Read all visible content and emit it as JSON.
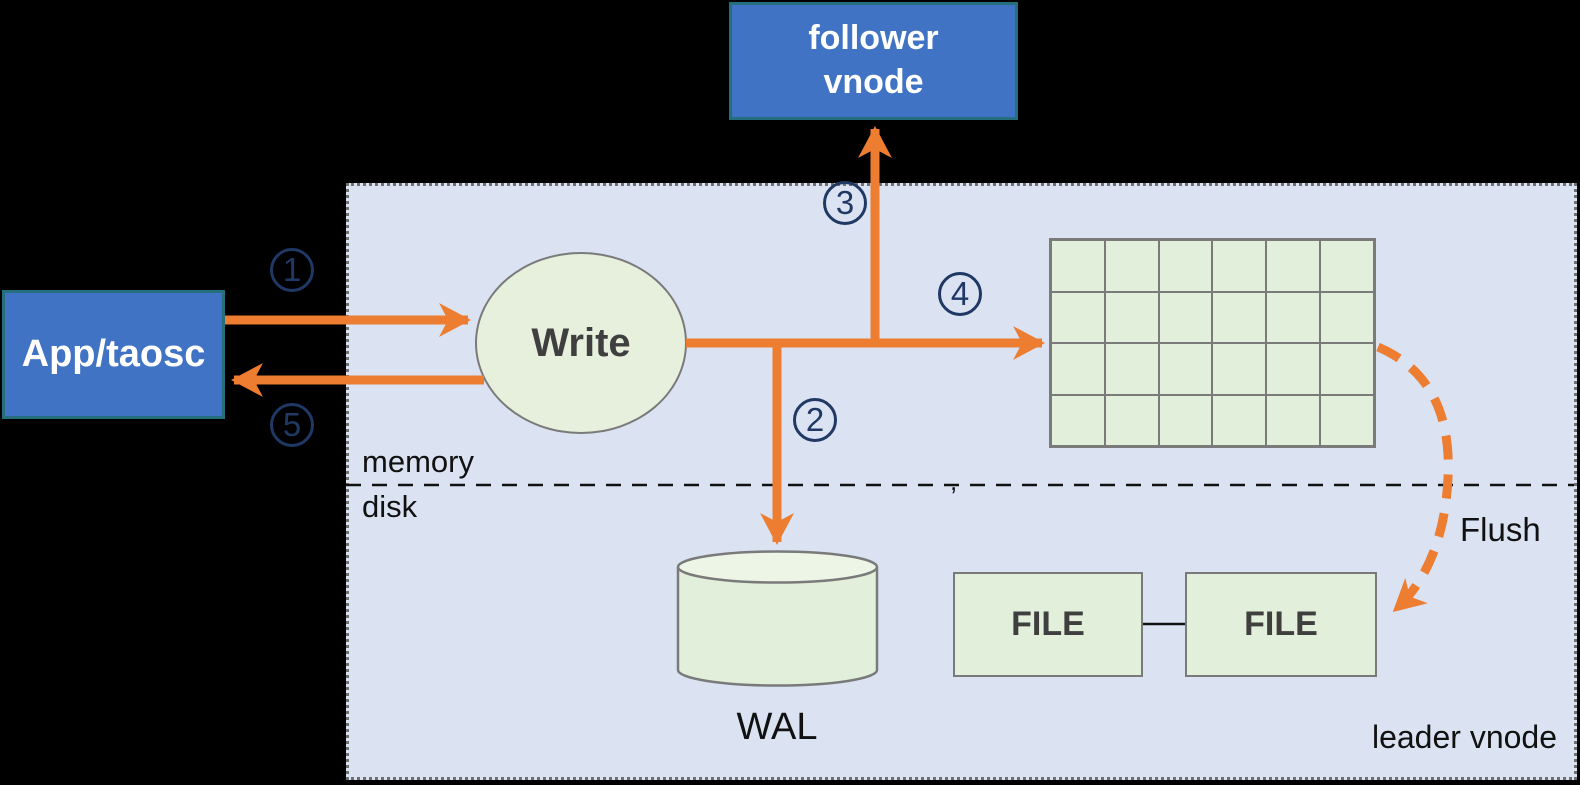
{
  "nodes": {
    "app": {
      "label": "App/taosc"
    },
    "follower_vnode": {
      "label": "follower vnode"
    },
    "write": {
      "label": "Write"
    },
    "wal": {
      "label": "WAL"
    },
    "file_left": {
      "label": "FILE"
    },
    "file_right": {
      "label": "FILE"
    }
  },
  "region": {
    "memory_label": "memory",
    "disk_label": "disk",
    "leader_label": "leader vnode",
    "comma_artifact": ","
  },
  "flush_label": "Flush",
  "steps": {
    "s1": "1",
    "s2": "2",
    "s3": "3",
    "s4": "4",
    "s5": "5"
  },
  "memtable": {
    "rows": 4,
    "cols": 6
  },
  "colors": {
    "background": "#000000",
    "region_fill": "#dbe3f3",
    "node_blue": "#4173c4",
    "node_blue_border": "#256e7e",
    "shape_green": "#e2efda",
    "shape_border": "#7a7a7a",
    "arrow_orange": "#ed7d31",
    "step_navy": "#1f3864",
    "text_dark": "#3f3f3f"
  }
}
